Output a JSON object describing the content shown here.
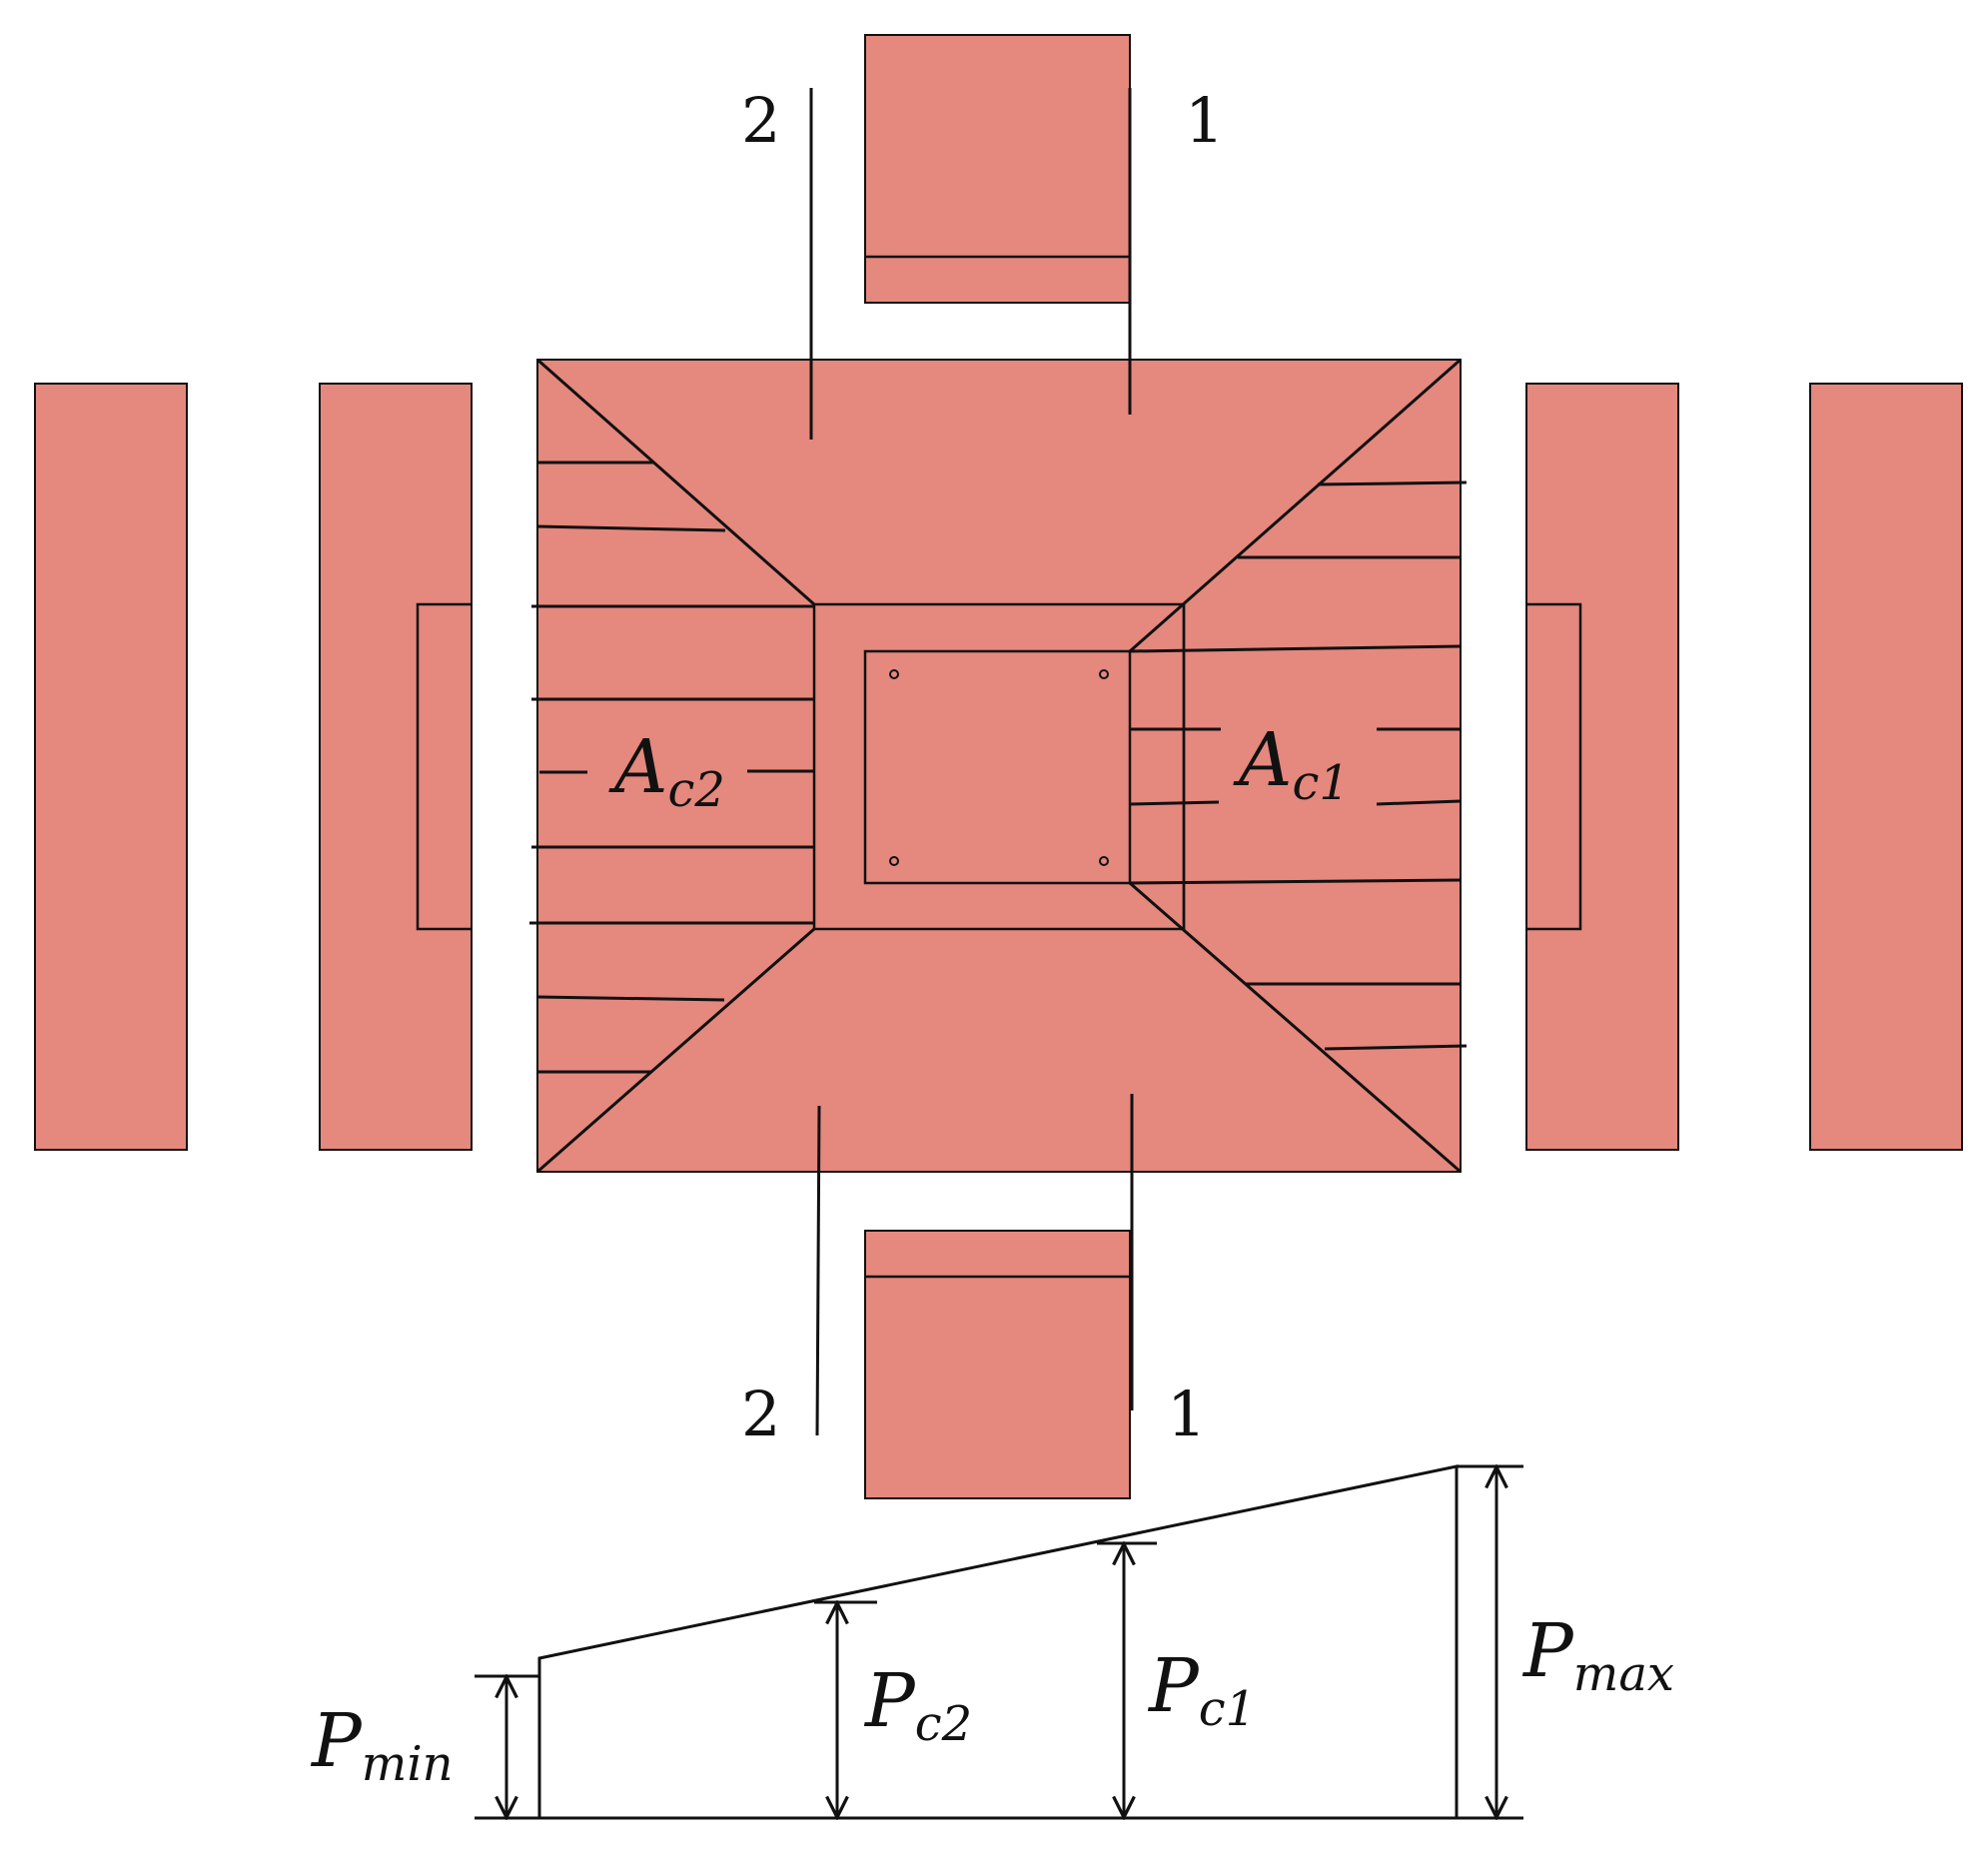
{
  "colors": {
    "block_fill": "#e5887e",
    "line": "#111111"
  },
  "section_labels": {
    "one": "1",
    "two": "2"
  },
  "areas": {
    "ac2": {
      "symbol": "A",
      "subscript": "c2"
    },
    "ac1": {
      "symbol": "A",
      "subscript": "c1"
    }
  },
  "pressures": {
    "pmin": {
      "symbol": "P",
      "subscript": "min"
    },
    "pc2": {
      "symbol": "P",
      "subscript": "c2"
    },
    "pc1": {
      "symbol": "P",
      "subscript": "c1"
    },
    "pmax": {
      "symbol": "P",
      "subscript": "max"
    }
  }
}
